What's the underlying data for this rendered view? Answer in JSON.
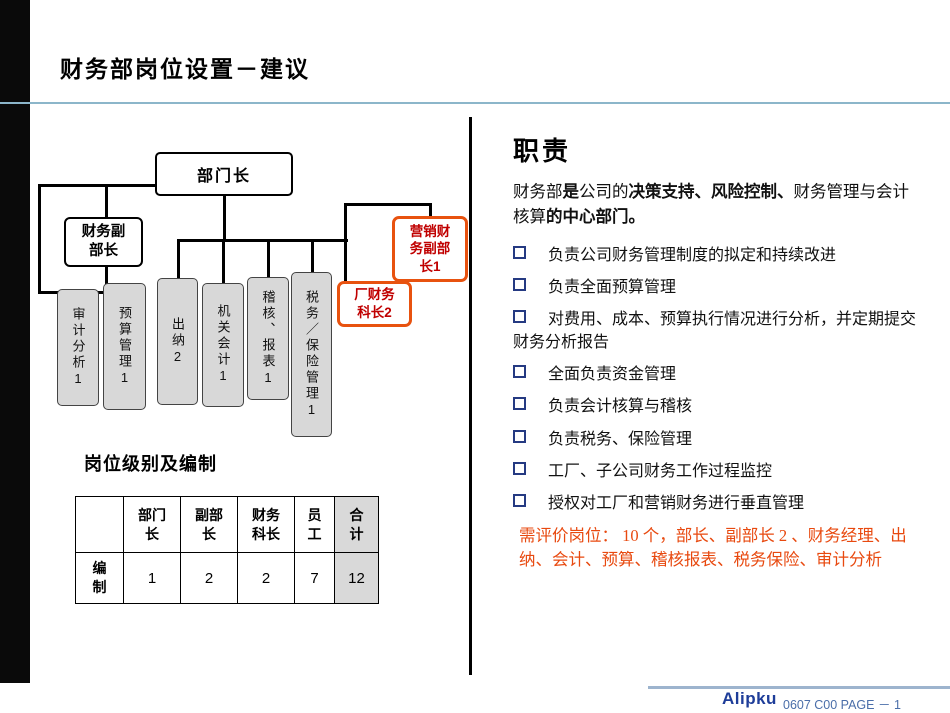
{
  "colors": {
    "accent_orange": "#e8520f",
    "note_text": "#e8490f",
    "box_red_text": "#c00000",
    "bullet_blue": "#253a82",
    "rule_blue": "#8cb6ca",
    "logo_blue": "#1e3d99",
    "gray_fill": "#d8d8d8"
  },
  "title": "财务部岗位设置－建议",
  "org_chart": {
    "dept_head": "部门长",
    "deputy": "财务副部长",
    "marketing_deputy": "营销财务副部长1",
    "factory_chief": "厂财务科长2",
    "positions": [
      "审计分析1",
      "预算管理1",
      "出纳2",
      "机关会计1",
      "稽核、报表1",
      "税务／保险管理1"
    ]
  },
  "staffing": {
    "heading": "岗位级别及编制",
    "columns": [
      "",
      "部门长",
      "副部长",
      "财务科长",
      "员工",
      "合计"
    ],
    "row_label": "编制",
    "values": [
      "1",
      "2",
      "2",
      "7",
      "12"
    ]
  },
  "duties": {
    "heading": "职责",
    "intro_segments": [
      {
        "t": "财务部",
        "b": false
      },
      {
        "t": "是",
        "b": true
      },
      {
        "t": "公司的",
        "b": false
      },
      {
        "t": "决策支持、风险控制、",
        "b": true
      },
      {
        "t": "财务管理与会计核算",
        "b": false
      },
      {
        "t": "的中心部门。",
        "b": true
      }
    ],
    "bullets": [
      "负责公司财务管理制度的拟定和持续改进",
      "负责全面预算管理",
      "对费用、成本、预算执行情况进行分析，并定期提交财务分析报告",
      "全面负责资金管理",
      "负责会计核算与稽核",
      "负责税务、保险管理",
      "工厂、子公司财务工作过程监控",
      "授权对工厂和营销财务进行垂直管理"
    ],
    "note": "需评价岗位： 10 个，部长、副部长 2 、财务经理、出纳、会计、预算、稽核报表、税务保险、审计分析"
  },
  "footer": {
    "logo": "Alipku",
    "page_info": "0607 C00 PAGE － 1"
  }
}
